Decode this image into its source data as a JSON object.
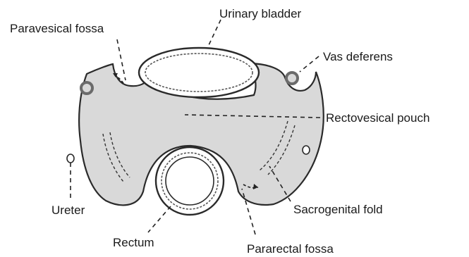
{
  "labels": {
    "urinary_bladder": "Urinary bladder",
    "paravesical_fossa": "Paravesical fossa",
    "vas_deferens": "Vas deferens",
    "rectovesical_pouch": "Rectovesical pouch",
    "ureter": "Ureter",
    "rectum": "Rectum",
    "sacrogenital_fold": "Sacrogenital fold",
    "pararectal_fossa": "Pararectal fossa"
  },
  "colors": {
    "peritoneum_fill": "#d9d9d9",
    "organ_fill": "#ffffff",
    "outline": "#2a2a2a",
    "label_text": "#1a1a1a"
  }
}
